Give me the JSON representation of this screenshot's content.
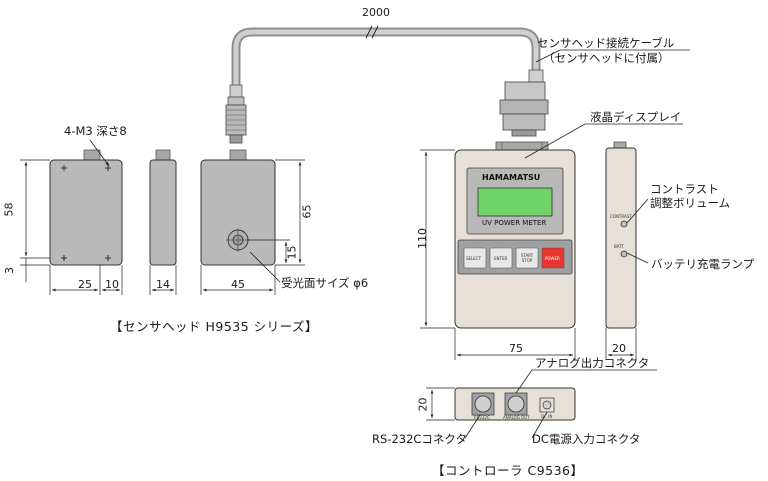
{
  "cable": {
    "length_label": "2000",
    "label_line1": "センサヘッド接続ケーブル",
    "label_line2": "（センサヘッドに付属）"
  },
  "sensor_head": {
    "hole_label": "4-M3 深さ8",
    "dims": {
      "height": "58",
      "offset": "3",
      "w25": "25",
      "w10": "10",
      "side": "14",
      "front_w": "45",
      "front_h": "65",
      "front_15": "15"
    },
    "aperture_label": "受光面サイズ φ6",
    "caption": "【センサヘッド H9535 シリーズ】"
  },
  "controller": {
    "lcd_label": "液晶ディスプレイ",
    "brand": "HAMAMATSU",
    "display_text": "UV POWER METER",
    "buttons": [
      "SELECT",
      "ENTER",
      "START STOP",
      "POWER"
    ],
    "contrast_label_line1": "コントラスト",
    "contrast_label_line2": "調整ボリューム",
    "contrast_small": "CONTRAST",
    "batt_small": "BATT",
    "battery_label": "バッテリ充電ランプ",
    "dims": {
      "height": "110",
      "width": "75",
      "depth": "20",
      "rear_h": "20"
    },
    "analog_label": "アナログ出力コネクタ",
    "rs232_label": "RS-232Cコネクタ",
    "dc_label": "DC電源入力コネクタ",
    "rear_small": [
      "RS232C",
      "ANALOG OUT",
      "DC IN"
    ],
    "caption": "【コントローラ C9536】"
  },
  "colors": {
    "body_gray": "#b9b9ba",
    "body_beige": "#e6e0d6",
    "lcd_green": "#6fd36a",
    "power_red": "#e8352f",
    "button_gray": "#e8e8e8",
    "panel_gray": "#9fa0a2"
  }
}
